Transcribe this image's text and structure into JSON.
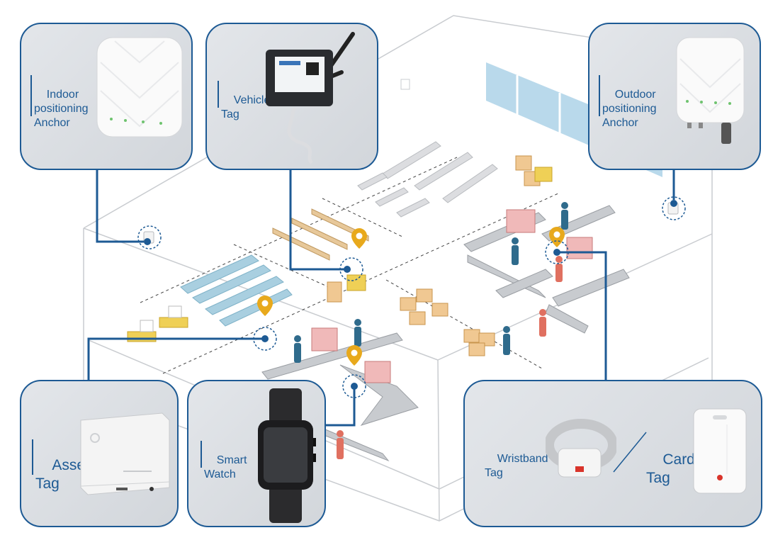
{
  "labels": {
    "indoor_anchor": "Indoor\npositioning\nAnchor",
    "vehicle_tag": "Vehicle\nTag",
    "outdoor_anchor": "Outdoor\npositioning\nAnchor",
    "asset_tag": "Asset\nTag",
    "smart_watch": "Smart\nWatch",
    "wristband_tag": "Wristband\nTag",
    "card_tag": "Card\nTag"
  },
  "colors": {
    "brand_blue": "#1d5a94",
    "marker_yellow": "#e8a91c",
    "worker_blue": "#2f6b8c",
    "worker_red": "#e07060",
    "rack_blue": "#a9cfe0",
    "card_bg": "#d9dce0"
  }
}
